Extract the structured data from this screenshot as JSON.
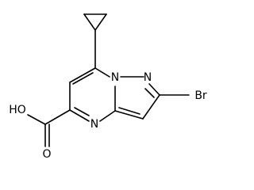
{
  "molecule": {
    "atoms": {
      "oh": "HO",
      "o": "O",
      "n_pyrimidine": "N",
      "n_bridge": "N",
      "n_pyrazole": "N",
      "br": "Br"
    }
  }
}
